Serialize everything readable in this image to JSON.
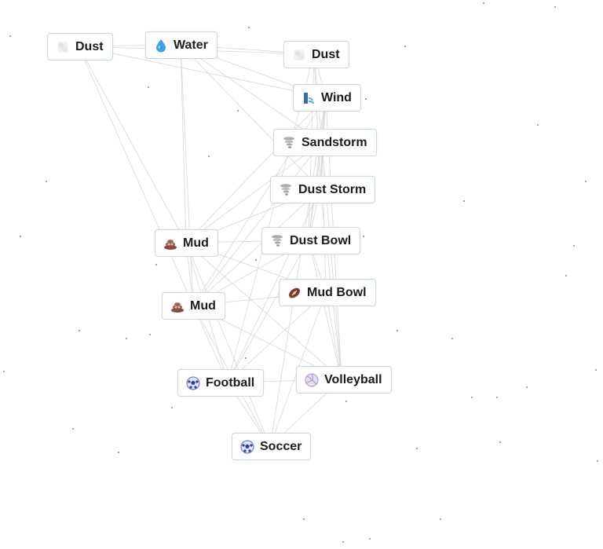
{
  "items": [
    {
      "id": "dust1",
      "label": "Dust",
      "icon": "dust-icon"
    },
    {
      "id": "water",
      "label": "Water",
      "icon": "water-droplet-icon"
    },
    {
      "id": "dust2",
      "label": "Dust",
      "icon": "dust-icon"
    },
    {
      "id": "wind",
      "label": "Wind",
      "icon": "wind-icon"
    },
    {
      "id": "sandstorm",
      "label": "Sandstorm",
      "icon": "tornado-icon"
    },
    {
      "id": "duststorm",
      "label": "Dust Storm",
      "icon": "tornado-icon"
    },
    {
      "id": "mud1",
      "label": "Mud",
      "icon": "poop-icon"
    },
    {
      "id": "dustbowl",
      "label": "Dust Bowl",
      "icon": "tornado-icon"
    },
    {
      "id": "mud2",
      "label": "Mud",
      "icon": "poop-icon"
    },
    {
      "id": "mudbowl",
      "label": "Mud Bowl",
      "icon": "american-football-icon"
    },
    {
      "id": "football",
      "label": "Football",
      "icon": "soccer-ball-icon"
    },
    {
      "id": "volleyball",
      "label": "Volleyball",
      "icon": "volleyball-icon"
    },
    {
      "id": "soccer",
      "label": "Soccer",
      "icon": "soccer-ball-icon"
    }
  ],
  "colors": {
    "background": "#ffffff",
    "item_border": "#c3dbe1",
    "connector": "#d6d6d6",
    "star_dot": "#8a8a8a"
  }
}
